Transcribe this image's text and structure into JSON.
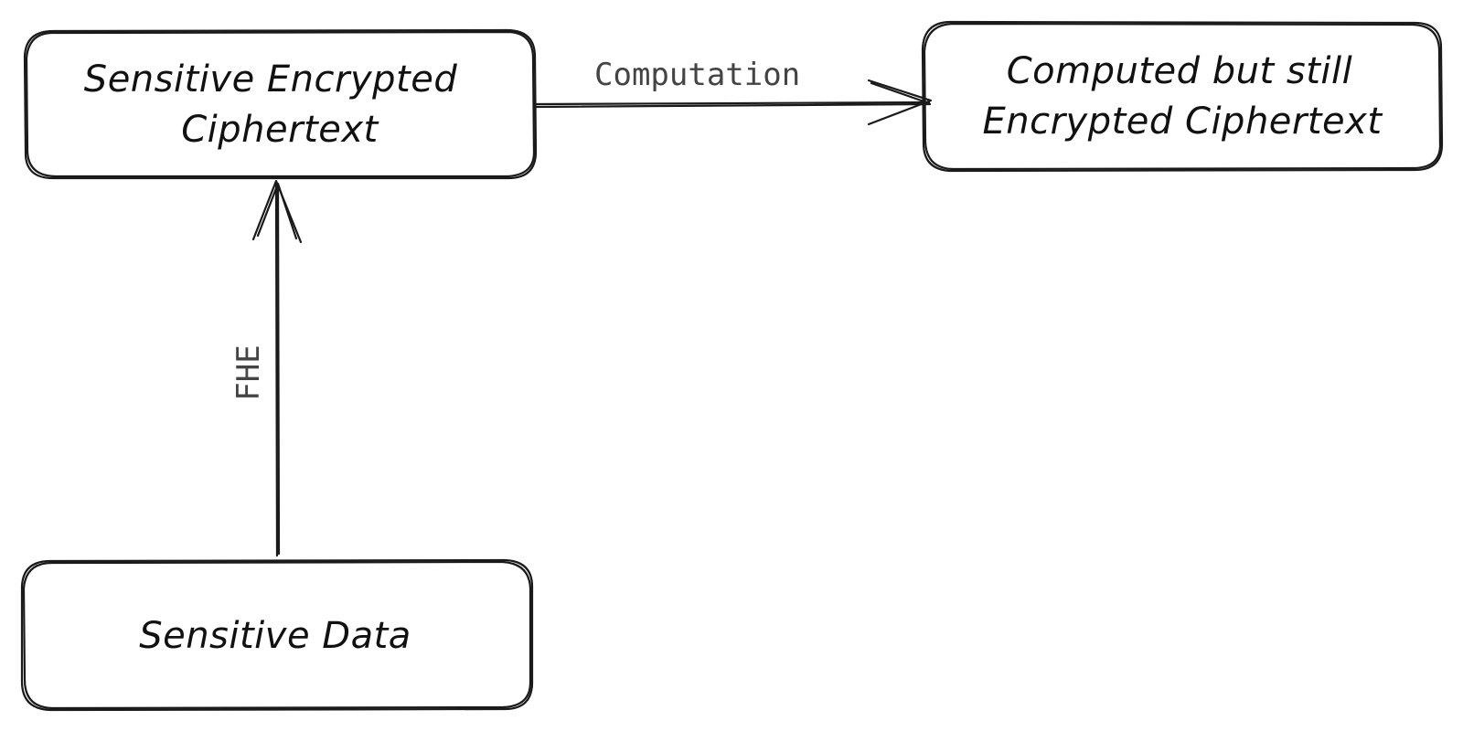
{
  "nodes": {
    "encrypted": {
      "line1": "Sensitive Encrypted",
      "line2": "Ciphertext"
    },
    "computed": {
      "line1": "Computed but still",
      "line2": "Encrypted Ciphertext"
    },
    "data": {
      "label": "Sensitive Data"
    }
  },
  "edges": {
    "computation": {
      "label": "Computation"
    },
    "fhe": {
      "label": "FHE"
    }
  }
}
